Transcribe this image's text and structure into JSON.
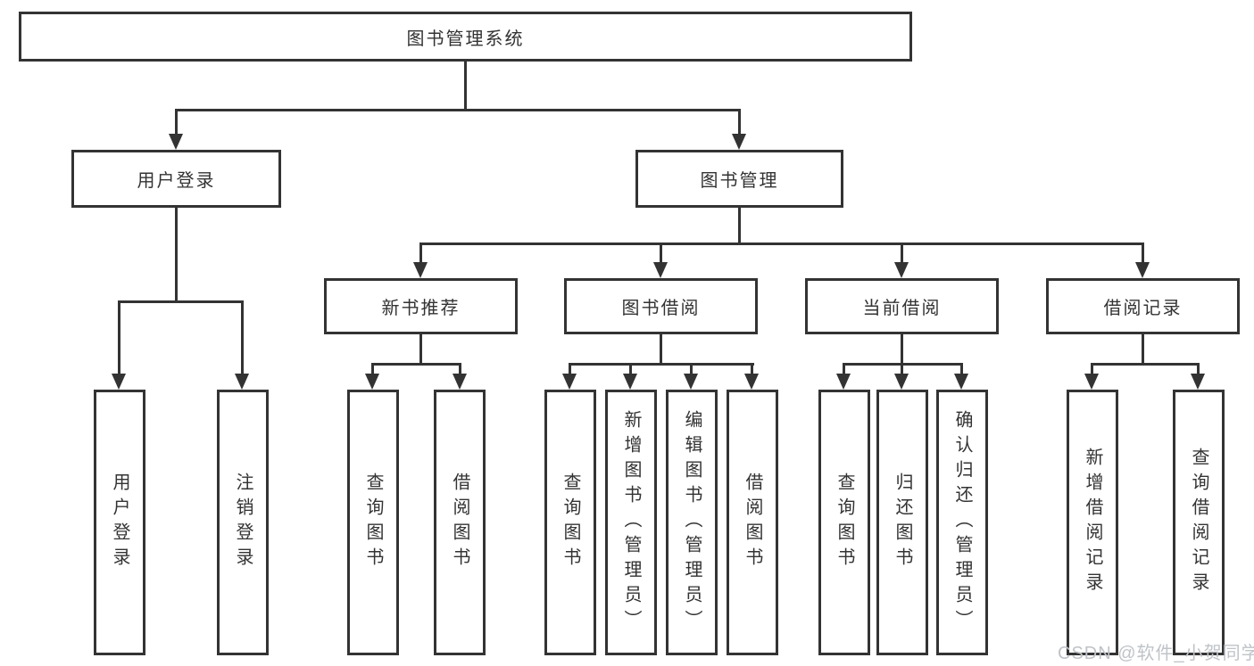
{
  "tree": {
    "label": "图书管理系统",
    "children": [
      {
        "label": "用户登录",
        "children": [
          {
            "label": "用户登录"
          },
          {
            "label": "注销登录"
          }
        ]
      },
      {
        "label": "图书管理",
        "children": [
          {
            "label": "新书推荐",
            "children": [
              {
                "label": "查询图书"
              },
              {
                "label": "借阅图书"
              }
            ]
          },
          {
            "label": "图书借阅",
            "children": [
              {
                "label": "查询图书"
              },
              {
                "label": "新增图书（管理员）"
              },
              {
                "label": "编辑图书（管理员）"
              },
              {
                "label": "借阅图书"
              }
            ]
          },
          {
            "label": "当前借阅",
            "children": [
              {
                "label": "查询图书"
              },
              {
                "label": "归还图书"
              },
              {
                "label": "确认归还（管理员）"
              }
            ]
          },
          {
            "label": "借阅记录",
            "children": [
              {
                "label": "新增借阅记录"
              },
              {
                "label": "查询借阅记录"
              }
            ]
          }
        ]
      }
    ]
  },
  "watermark": {
    "text": "CSDN @软件_小贺同学"
  },
  "colors": {
    "line": "#333333",
    "box_background": "#ffffff",
    "watermark": "#bfc3c8"
  }
}
